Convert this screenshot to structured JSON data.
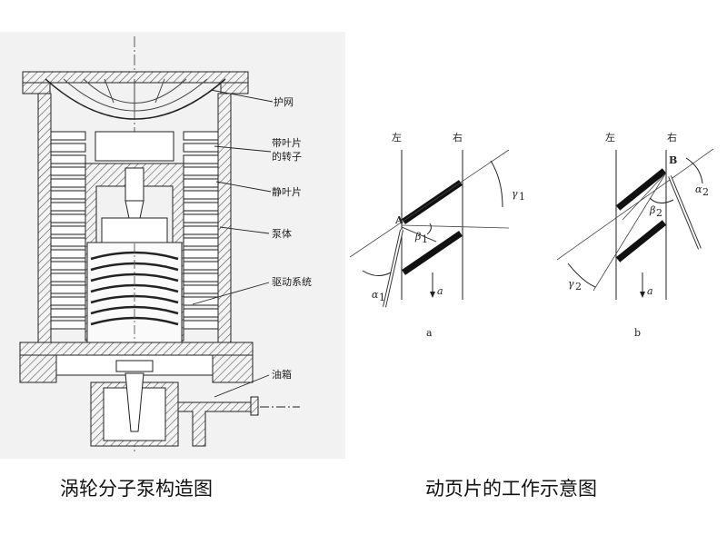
{
  "pump": {
    "labels": {
      "guard_net": "护网",
      "rotor_line1": "带叶片",
      "rotor_line2": "的转子",
      "stator": "静叶片",
      "body": "泵体",
      "drive": "驱动系统",
      "oil_box": "油箱"
    },
    "caption": "涡轮分子泵构造图"
  },
  "blade": {
    "panel_a": {
      "left": "左",
      "right": "右",
      "point": "A",
      "beta": "β",
      "beta_sub": "1",
      "gamma": "γ",
      "gamma_sub": "1",
      "alpha": "α",
      "alpha_sub": "1",
      "arrow_label": "a",
      "panel_label": "a"
    },
    "panel_b": {
      "left": "左",
      "right": "右",
      "point": "B",
      "beta": "β",
      "beta_sub": "2",
      "gamma": "γ",
      "gamma_sub": "2",
      "alpha": "α",
      "alpha_sub": "2",
      "arrow_label": "a",
      "panel_label": "b"
    },
    "caption": "动页片的工作示意图"
  }
}
